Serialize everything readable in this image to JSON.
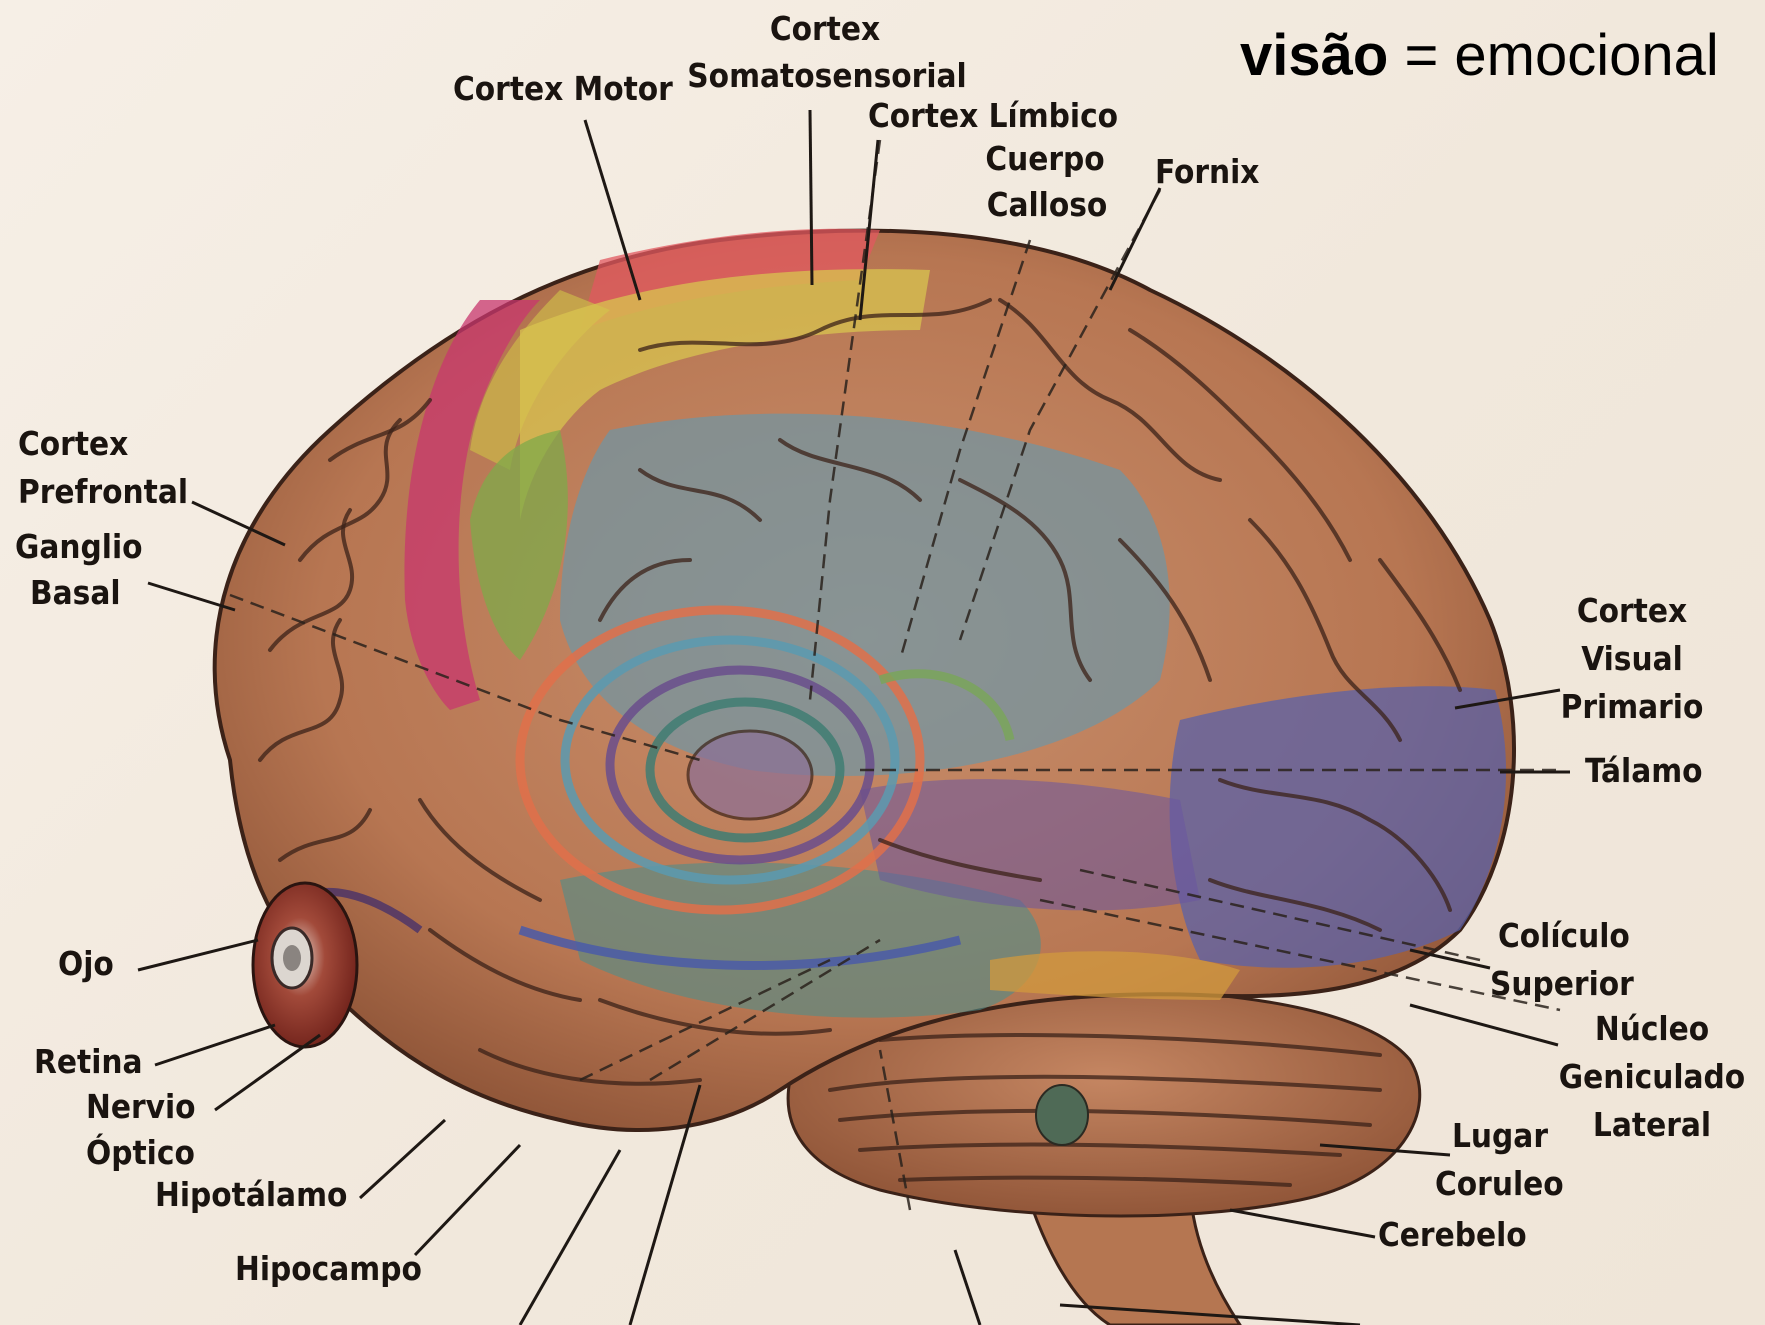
{
  "header": {
    "bold_word": "visão",
    "rest": " = emocional"
  },
  "labels": {
    "cortex_motor": "Cortex Motor",
    "cortex_somatosensorial_1": "Cortex",
    "cortex_somatosensorial_2": "Somatosensorial",
    "cortex_limbico": "Cortex Límbico",
    "cuerpo_calloso_1": "Cuerpo",
    "cuerpo_calloso_2": "Calloso",
    "fornix": "Fornix",
    "cortex_prefrontal_1": "Cortex",
    "cortex_prefrontal_2": "Prefrontal",
    "ganglio_basal_1": "Ganglio",
    "ganglio_basal_2": "Basal",
    "cortex_visual_1": "Cortex",
    "cortex_visual_2": "Visual",
    "cortex_visual_3": "Primario",
    "talamo": "Tálamo",
    "coliculo_1": "Colículo",
    "coliculo_2": "Superior",
    "nucleo_1": "Núcleo",
    "nucleo_2": "Geniculado",
    "nucleo_3": "Lateral",
    "ojo": "Ojo",
    "retina": "Retina",
    "nervio_1": "Nervio",
    "nervio_2": "Óptico",
    "hipotalamo": "Hipotálamo",
    "hipocampo": "Hipocampo",
    "lugar_1": "Lugar",
    "lugar_2": "Coruleo",
    "cerebelo": "Cerebelo"
  }
}
